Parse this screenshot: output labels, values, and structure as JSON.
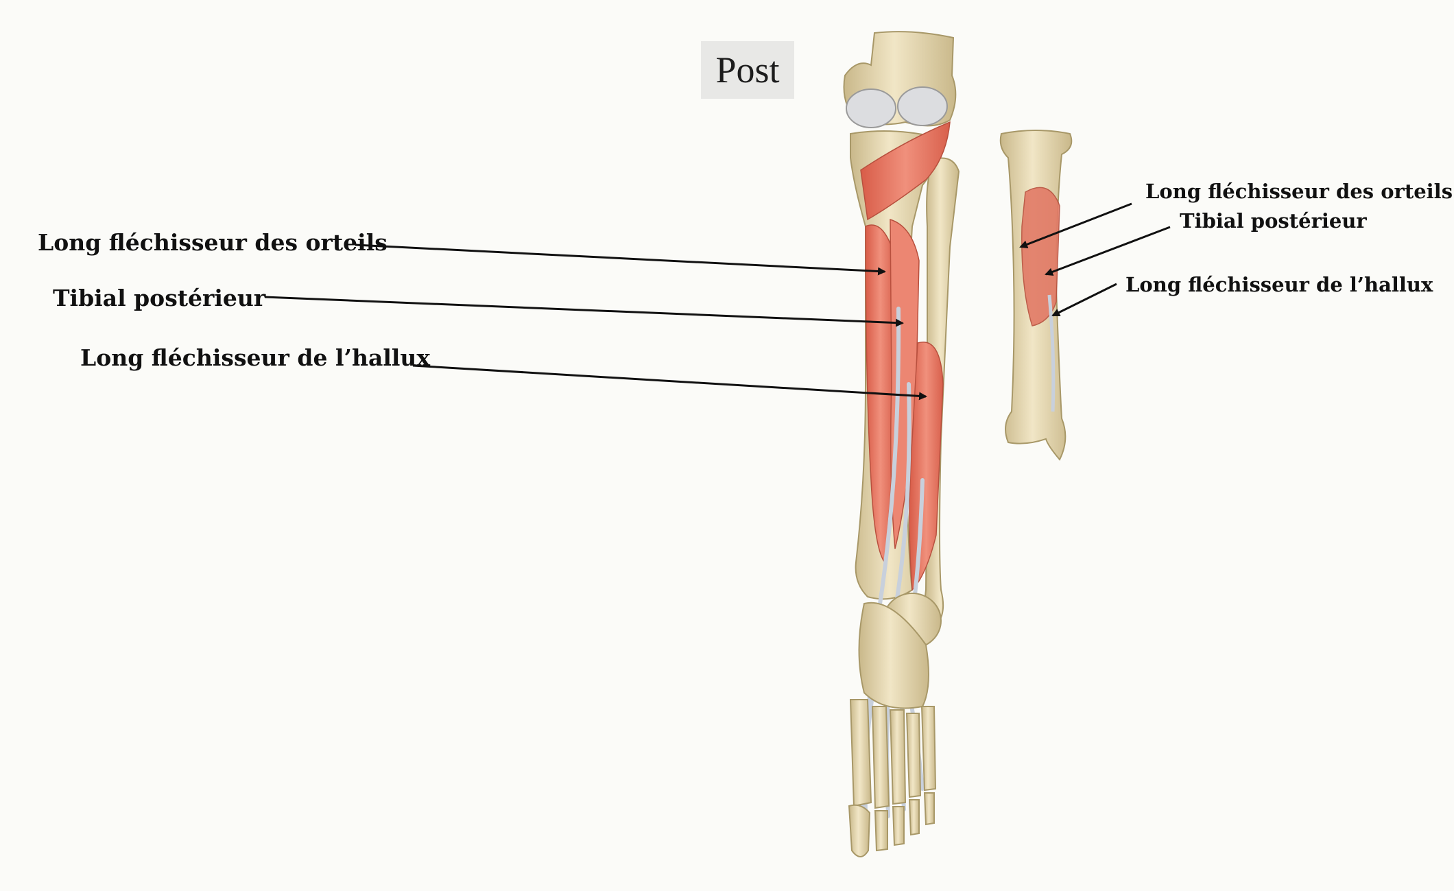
{
  "view_label": "Post",
  "main_view": {
    "labels": [
      "Long fléchisseur des orteils",
      "Tibial postérieur",
      "Long fléchisseur de l’hallux"
    ]
  },
  "inset_view": {
    "labels": [
      "Long fléchisseur des orteils",
      "Tibial postérieur",
      "Long fléchisseur de l’hallux"
    ]
  },
  "colors": {
    "background": "#fbfbf8",
    "bone": "#e9dcb5",
    "bone_shadow": "#c9b88a",
    "muscle": "#e8705c",
    "muscle_light": "#f0a08e",
    "tendon": "#c8d0dc",
    "arrow": "#111111"
  }
}
